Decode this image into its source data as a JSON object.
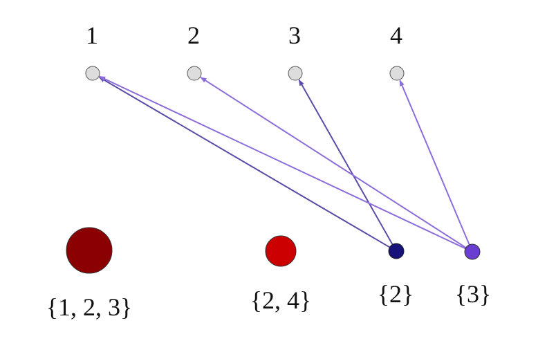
{
  "top_nodes": [
    {
      "label": "1",
      "color": "#dddddd"
    },
    {
      "label": "2",
      "color": "#dddddd"
    },
    {
      "label": "3",
      "color": "#dddddd"
    },
    {
      "label": "4",
      "color": "#dddddd"
    }
  ],
  "bottom_nodes": [
    {
      "label": "{1, 2, 3}",
      "color": "#8b0000"
    },
    {
      "label": "{2, 4}",
      "color": "#cc0000"
    },
    {
      "label": "{2}",
      "color": "#17127a"
    },
    {
      "label": "{3}",
      "color": "#6a3ed0"
    }
  ],
  "edges": [
    {
      "from": "{2}",
      "to": "1",
      "color": "#5b4aa8"
    },
    {
      "from": "{2}",
      "to": "3",
      "color": "#5b4aa8"
    },
    {
      "from": "{3}",
      "to": "1",
      "color": "#8b6ddb"
    },
    {
      "from": "{3}",
      "to": "2",
      "color": "#8b6ddb"
    },
    {
      "from": "{3}",
      "to": "4",
      "color": "#8b6ddb"
    }
  ]
}
